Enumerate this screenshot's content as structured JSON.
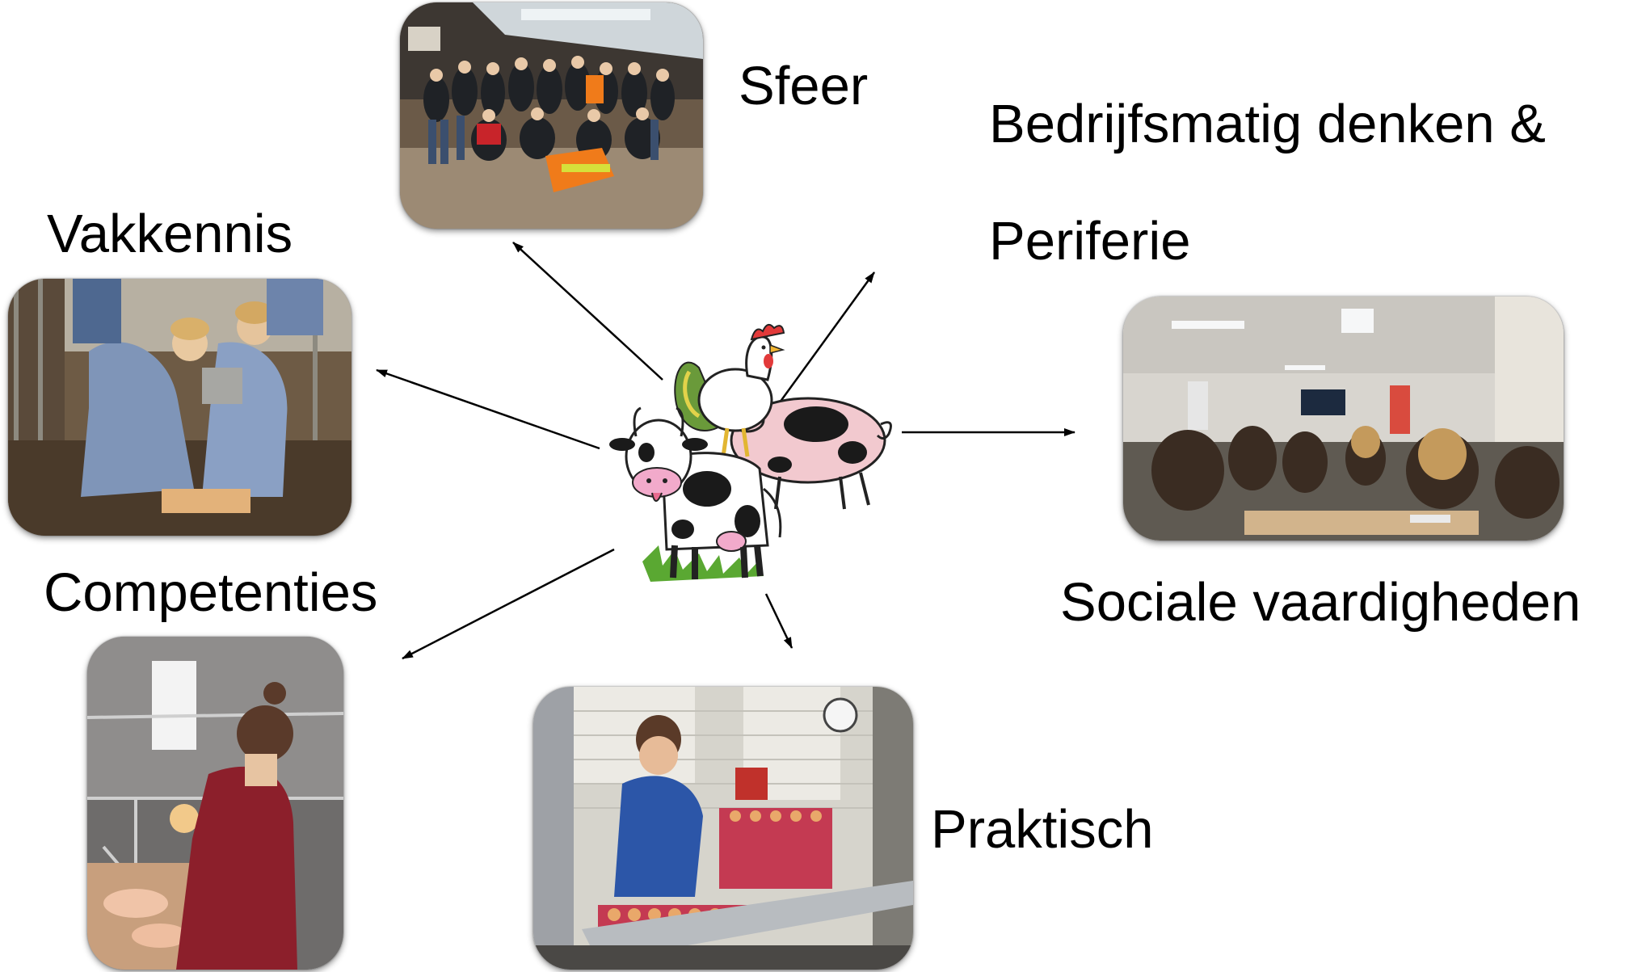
{
  "labels": {
    "sfeer": "Sfeer",
    "bedrijfsmatig_line1": "Bedrijfsmatig denken &",
    "bedrijfsmatig_line2": "Periferie",
    "vakkennis": "Vakkennis",
    "competenties": "Competenties",
    "sociale": "Sociale vaardigheden",
    "praktisch": "Praktisch"
  },
  "colors": {
    "arrow": "#000000",
    "grass": "#5aa832",
    "cow_spots": "#1a1a1a",
    "pig_pink": "#f2c9cf",
    "rooster_comb": "#e23a3a"
  },
  "photos": [
    {
      "name": "group-photo",
      "depicts": "group of students posing in a barn"
    },
    {
      "name": "lab-photo",
      "depicts": "students in protective suits examining stable floor"
    },
    {
      "name": "classroom-photo",
      "depicts": "classroom with students watching a presentation"
    },
    {
      "name": "piglet-photo",
      "depicts": "student checking piglets under heat lamps"
    },
    {
      "name": "eggs-photo",
      "depicts": "student sorting eggs onto trays"
    }
  ],
  "center_icon": "farm-animals-icon"
}
